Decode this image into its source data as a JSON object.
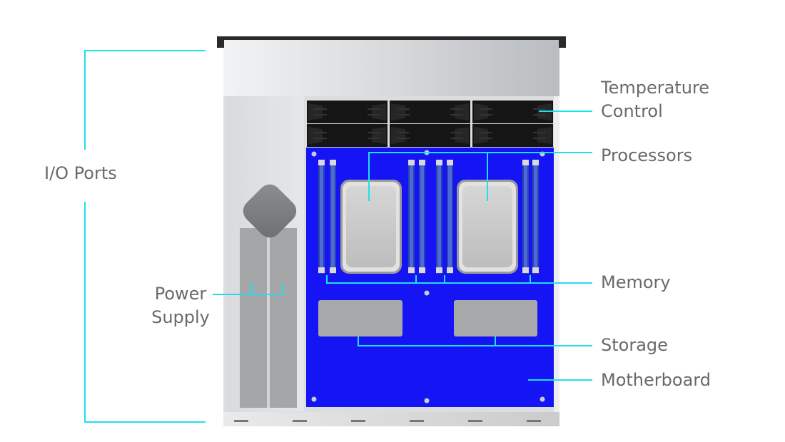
{
  "labels": {
    "io_ports": "I/O Ports",
    "power_supply_line1": "Power",
    "power_supply_line2": "Supply",
    "temperature_line1": "Temperature",
    "temperature_line2": "Control",
    "processors": "Processors",
    "memory": "Memory",
    "storage": "Storage",
    "motherboard": "Motherboard"
  },
  "colors": {
    "callout_line": "#20e0ee",
    "motherboard": "#1414f5",
    "label_text": "#666a6e",
    "chassis": "#e0e0e0",
    "fan": "#151515"
  }
}
